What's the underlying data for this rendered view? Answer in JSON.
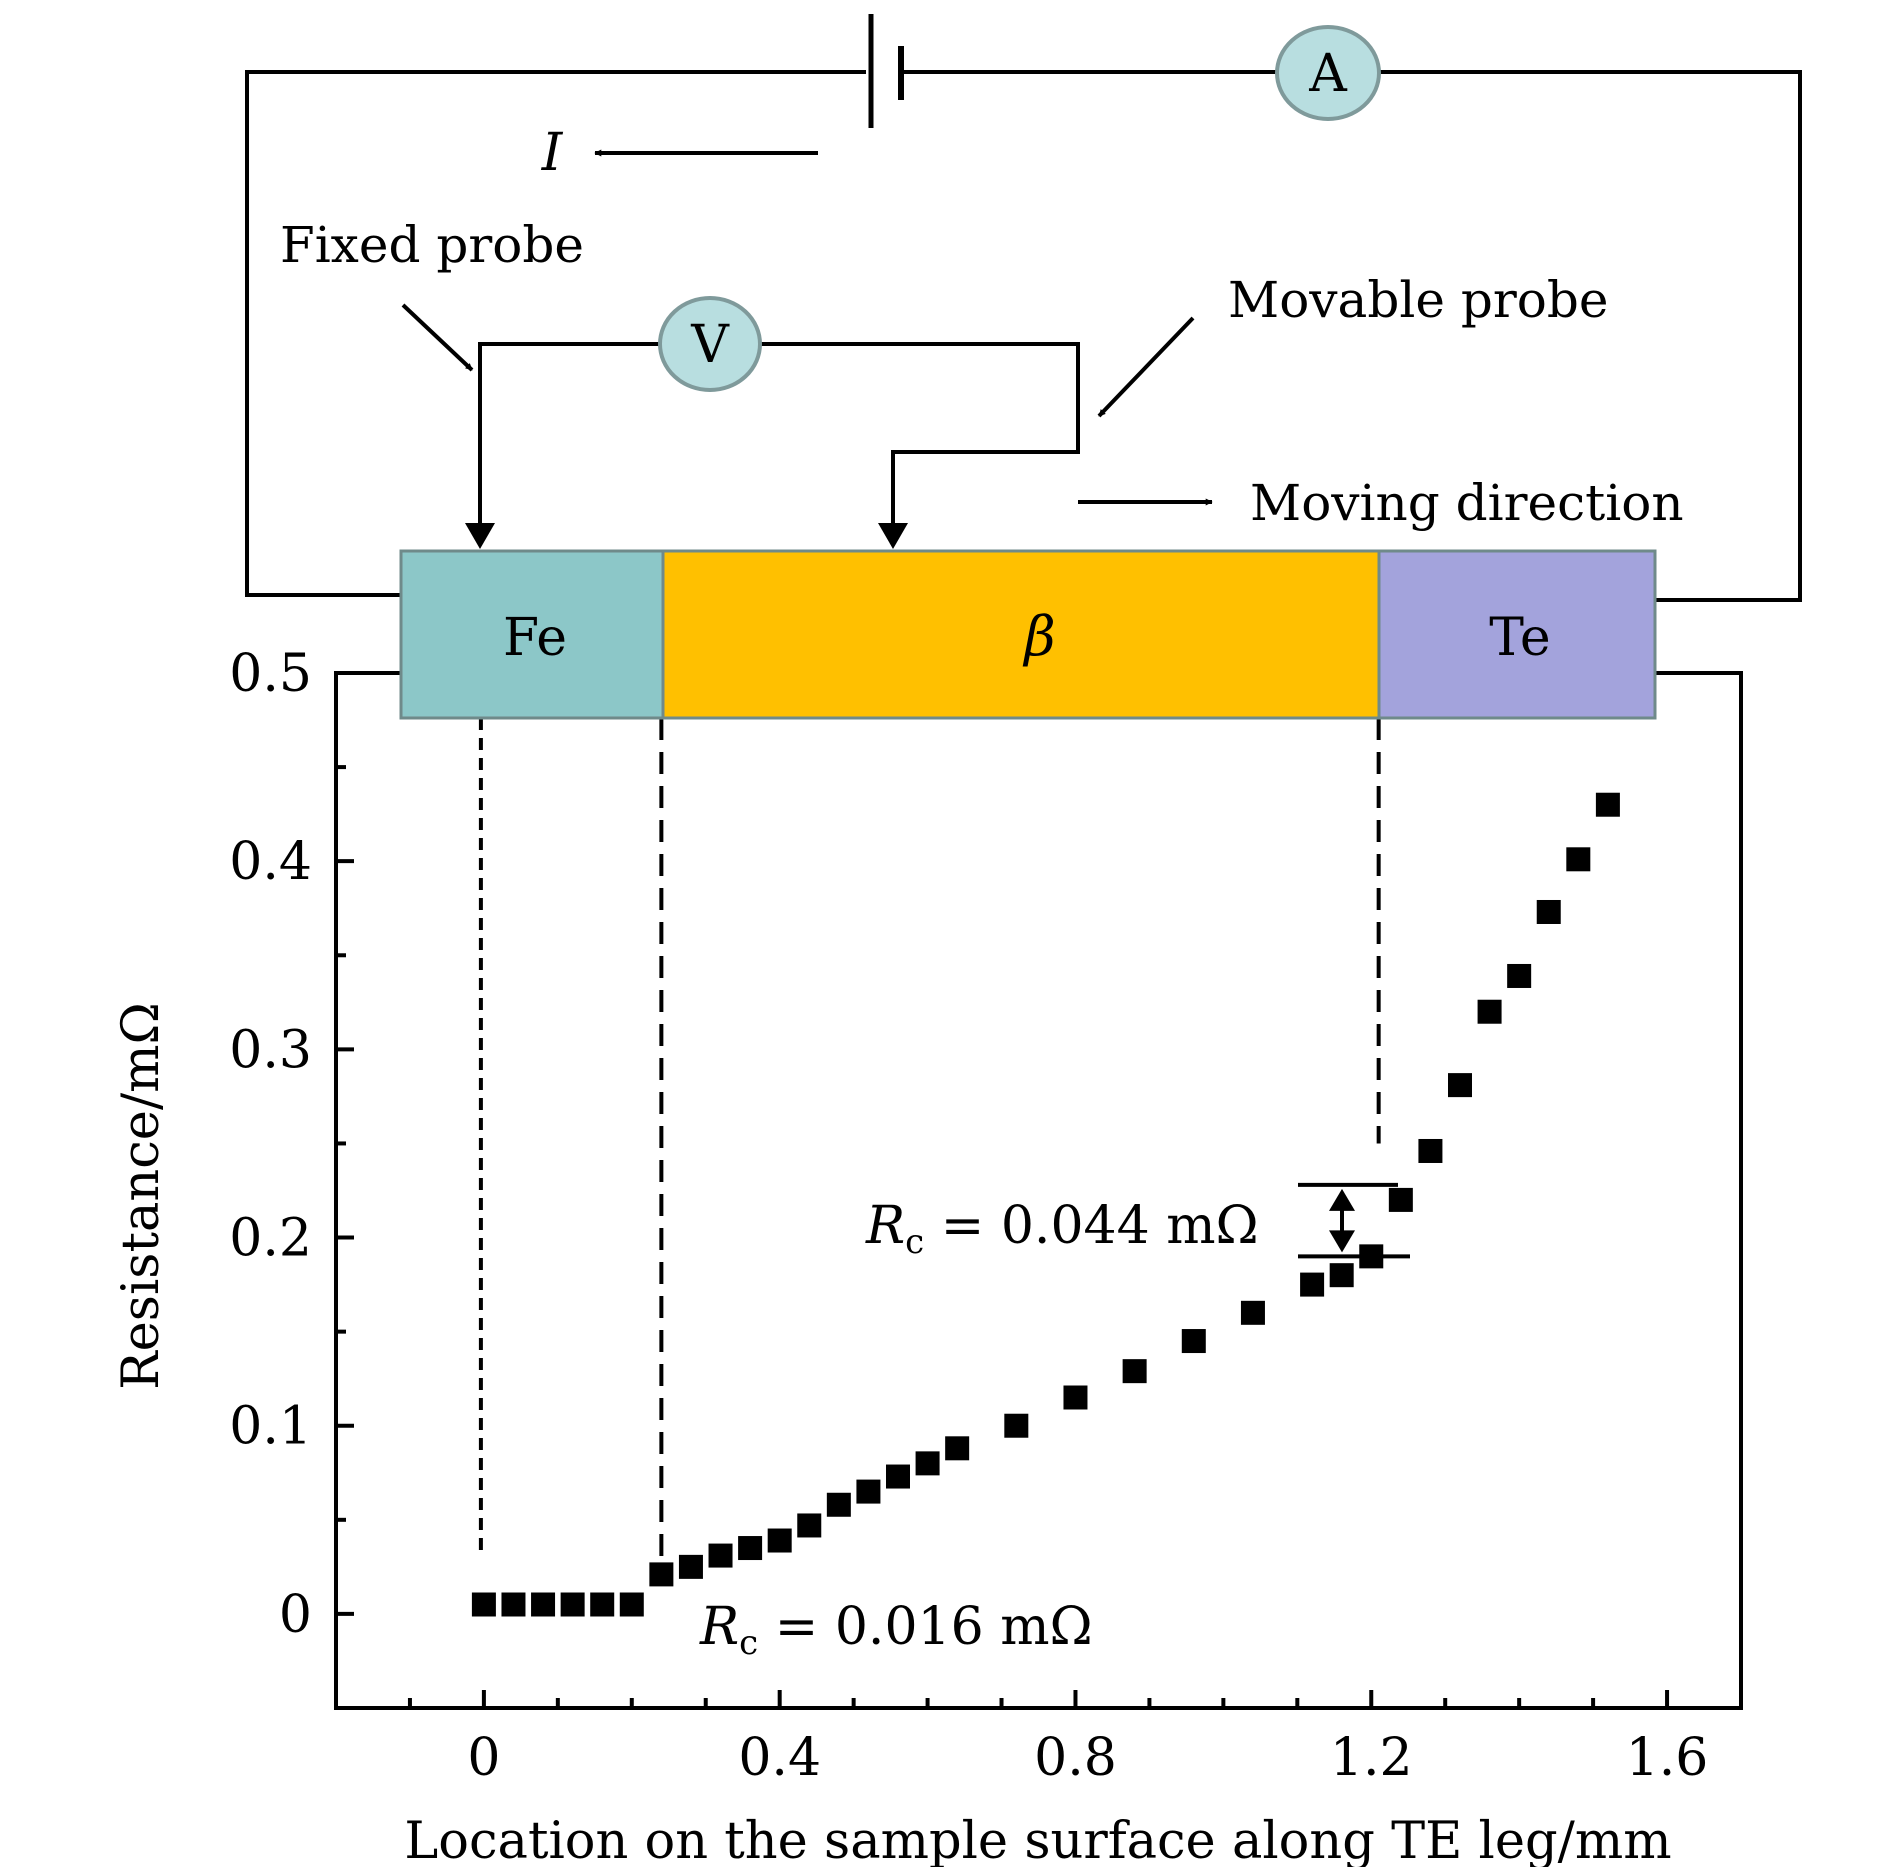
{
  "circuit": {
    "ammeter_label": "A",
    "voltmeter_label": "V",
    "current_label": "I",
    "fixed_probe_label": "Fixed probe",
    "movable_probe_label": "Movable probe",
    "moving_direction_label": "Moving direction"
  },
  "sample": {
    "segments": [
      {
        "label": "Fe",
        "color": "#8CC7C8"
      },
      {
        "label": "β",
        "color": "#FFC000"
      },
      {
        "label": "Te",
        "color": "#A3A3DC"
      }
    ]
  },
  "annotations": {
    "rc_upper": {
      "symbol": "R",
      "subscript": "c",
      "text": " = 0.044 mΩ"
    },
    "rc_lower": {
      "symbol": "R",
      "subscript": "c",
      "text": " = 0.016 mΩ"
    }
  },
  "chart_data": {
    "type": "scatter",
    "xlabel": "Location on the sample surface along TE leg/mm",
    "ylabel": "Resistance/mΩ",
    "xlim": [
      -0.2,
      1.7
    ],
    "ylim": [
      -0.05,
      0.5
    ],
    "xticks": [
      0,
      0.4,
      0.8,
      1.2,
      1.6
    ],
    "xtick_labels": [
      "0",
      "0.4",
      "0.8",
      "1.2",
      "1.6"
    ],
    "yticks": [
      0,
      0.1,
      0.2,
      0.3,
      0.4,
      0.5
    ],
    "ytick_labels": [
      "0",
      "0.1",
      "0.2",
      "0.3",
      "0.4",
      "0.5"
    ],
    "grid": false,
    "interface_lines_x": [
      0.24,
      1.21
    ],
    "fixed_probe_x": 0.0,
    "rc_step_levels": [
      0.228,
      0.19
    ],
    "marker_color": "#000000",
    "series": [
      {
        "x": [
          0.0,
          0.04,
          0.08,
          0.12,
          0.16,
          0.2,
          0.24,
          0.28,
          0.32,
          0.36,
          0.4,
          0.44,
          0.48,
          0.52,
          0.56,
          0.6,
          0.64,
          0.72,
          0.8,
          0.88,
          0.96,
          1.04,
          1.12,
          1.16,
          1.2,
          1.24,
          1.28,
          1.32,
          1.36,
          1.4,
          1.44,
          1.48,
          1.52
        ],
        "y": [
          0.005,
          0.005,
          0.005,
          0.005,
          0.005,
          0.005,
          0.021,
          0.025,
          0.031,
          0.035,
          0.039,
          0.047,
          0.058,
          0.065,
          0.073,
          0.08,
          0.088,
          0.1,
          0.115,
          0.129,
          0.145,
          0.16,
          0.175,
          0.18,
          0.19,
          0.22,
          0.246,
          0.281,
          0.32,
          0.339,
          0.373,
          0.401,
          0.43
        ]
      }
    ]
  }
}
